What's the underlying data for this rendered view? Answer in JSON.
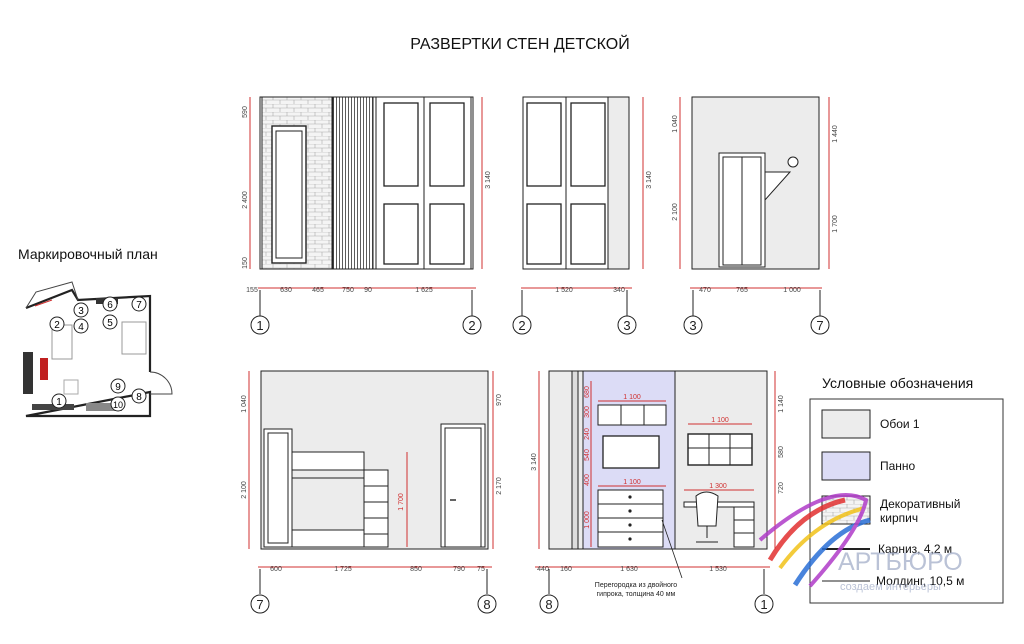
{
  "title": "РАЗВЕРТКИ СТЕН ДЕТСКОЙ",
  "marking_plan": {
    "title": "Маркировочный план",
    "markers": [
      "1",
      "2",
      "3",
      "4",
      "5",
      "6",
      "7",
      "8",
      "9",
      "10"
    ]
  },
  "legend": {
    "title": "Условные обозначения",
    "items": [
      {
        "label": "Обои 1",
        "color": "#ececec"
      },
      {
        "label": "Панно",
        "color": "#dcdcf6"
      },
      {
        "label": "Декоративный кирпич",
        "line1": "Декоративный",
        "line2": "кирпич",
        "color": "#f2f2f2"
      },
      {
        "label": "Карниз, 4,2 м"
      },
      {
        "label": "Молдинг, 10,5 м"
      }
    ]
  },
  "elevations": {
    "e1": {
      "axes": [
        "1",
        "2"
      ],
      "bottom_dims": [
        "155",
        "630",
        "465",
        "750",
        "90",
        "1 625"
      ],
      "left_dims": [
        "590",
        "2 400",
        "150"
      ],
      "right_dims": [
        "3 140"
      ]
    },
    "e2": {
      "axes": [
        "2",
        "3"
      ],
      "bottom_dims": [
        "1 520",
        "340"
      ],
      "right_dims": [
        "3 140"
      ]
    },
    "e3": {
      "axes": [
        "3",
        "7"
      ],
      "bottom_dims": [
        "470",
        "765",
        "1 000"
      ],
      "left_dims": [
        "1 040",
        "2 100"
      ],
      "right_dims": [
        "1 440",
        "1 700"
      ]
    },
    "e4": {
      "axes": [
        "7",
        "8"
      ],
      "bottom_dims": [
        "600",
        "1 725",
        "850",
        "790",
        "75"
      ],
      "left_dims": [
        "1 040",
        "2 100"
      ],
      "right_dims": [
        "970",
        "2 170"
      ],
      "inner_dims": [
        "1 700"
      ]
    },
    "e5": {
      "axes": [
        "8",
        "1"
      ],
      "bottom_dims": [
        "440",
        "160",
        "1 630",
        "1 530"
      ],
      "left_dims": [
        "3 140"
      ],
      "right_dims": [
        "1 140",
        "580",
        "720"
      ],
      "inner_dims": [
        "1 100",
        "1 100",
        "1 100",
        "1 300",
        "680",
        "300",
        "240",
        "540",
        "400",
        "1 000"
      ],
      "note_line1": "Перегородка из двойного",
      "note_line2": "гипрока, толщина 40 мм"
    }
  },
  "watermark": {
    "brand": "АРТБЮРО",
    "tagline": "создаем интерьеры"
  }
}
